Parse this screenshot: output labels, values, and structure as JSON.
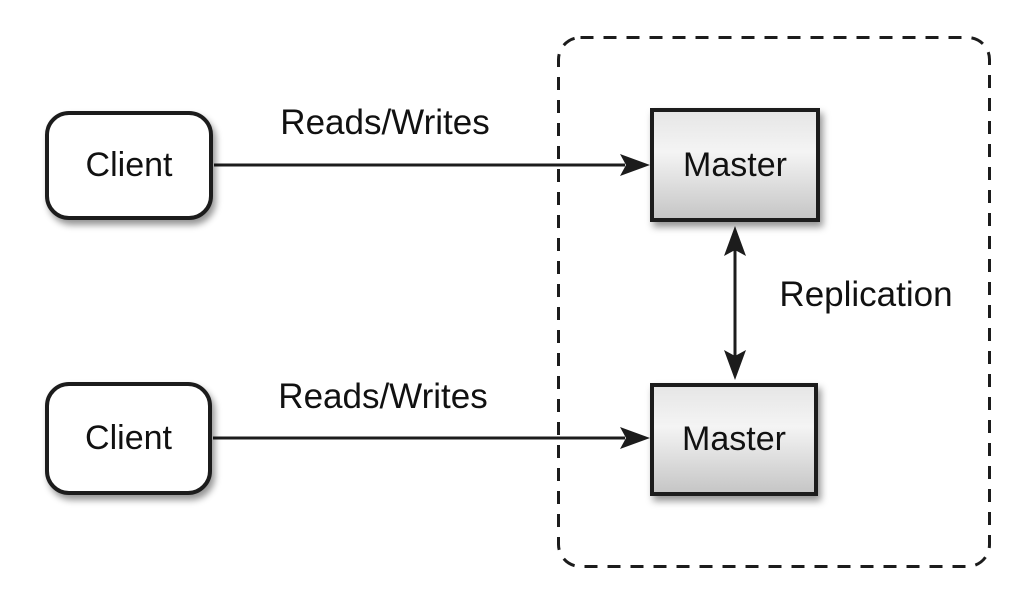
{
  "diagram": {
    "type": "architecture-diagram",
    "topic": "master-master replication",
    "background_color": "#ffffff",
    "stroke_color": "#1c1c1c",
    "text_color": "#111111",
    "nodes": {
      "client_top": {
        "label": "Client",
        "shape": "rounded-rect",
        "fill": "#ffffff"
      },
      "client_bottom": {
        "label": "Client",
        "shape": "rounded-rect",
        "fill": "#ffffff"
      },
      "master_top": {
        "label": "Master",
        "shape": "rect",
        "fill_gradient": [
          "#e6e6e6",
          "#f4f4f4",
          "#c6c6c6"
        ]
      },
      "master_bottom": {
        "label": "Master",
        "shape": "rect",
        "fill_gradient": [
          "#e6e6e6",
          "#f4f4f4",
          "#c6c6c6"
        ]
      }
    },
    "edges": {
      "reads_writes_top": {
        "label": "Reads/Writes",
        "type": "arrow",
        "from": "client_top",
        "to": "master_top",
        "direction": "right"
      },
      "reads_writes_bottom": {
        "label": "Reads/Writes",
        "type": "arrow",
        "from": "client_bottom",
        "to": "master_bottom",
        "direction": "right"
      },
      "replication": {
        "label": "Replication",
        "type": "double-headed-arrow",
        "from": "master_top",
        "to": "master_bottom",
        "direction": "vertical"
      }
    },
    "container": {
      "style": "dashed-rounded-rect",
      "encloses": [
        "master_top",
        "master_bottom"
      ]
    }
  }
}
